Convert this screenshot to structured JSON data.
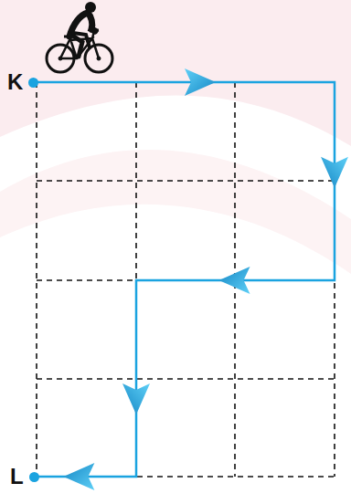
{
  "diagram": {
    "nodes": [
      {
        "text": [
          "K"
        ]
      },
      {
        "text": [
          "L"
        ]
      }
    ],
    "edges": [
      {
        "from": 0,
        "to": 1,
        "arrow": "to"
      }
    ]
  }
}
